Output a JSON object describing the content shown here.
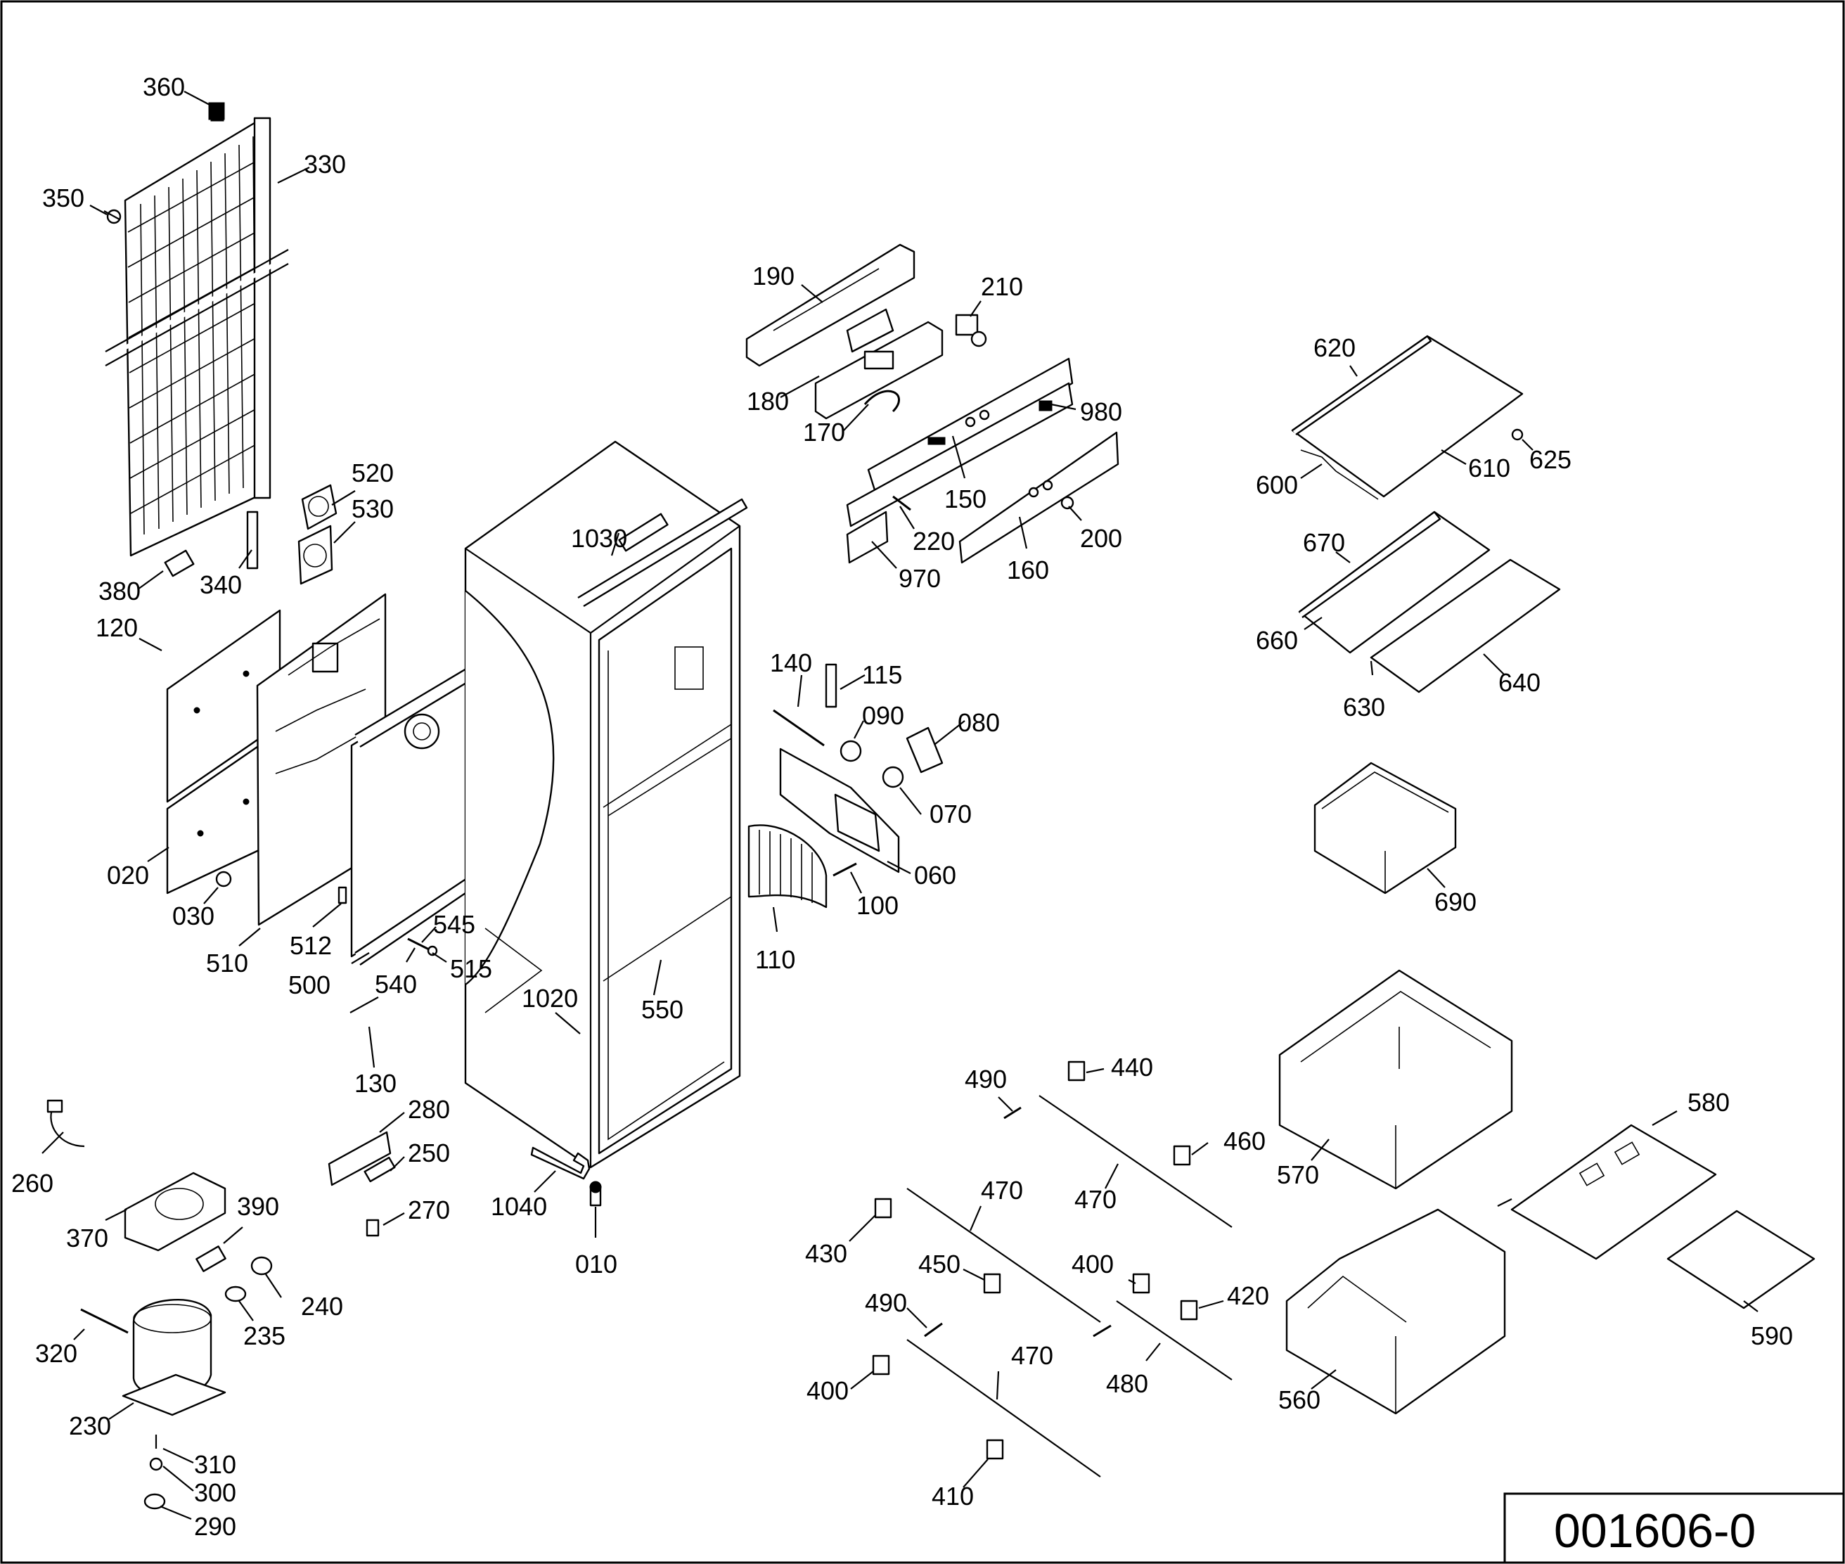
{
  "diagram_id": "001606-0",
  "labels": [
    {
      "text": "360"
    },
    {
      "text": "330"
    },
    {
      "text": "350"
    },
    {
      "text": "190"
    },
    {
      "text": "210"
    },
    {
      "text": "180"
    },
    {
      "text": "980"
    },
    {
      "text": "170"
    },
    {
      "text": "150"
    },
    {
      "text": "220"
    },
    {
      "text": "200"
    },
    {
      "text": "970"
    },
    {
      "text": "160"
    },
    {
      "text": "620"
    },
    {
      "text": "625"
    },
    {
      "text": "610"
    },
    {
      "text": "600"
    },
    {
      "text": "670"
    },
    {
      "text": "660"
    },
    {
      "text": "640"
    },
    {
      "text": "630"
    },
    {
      "text": "690"
    },
    {
      "text": "520"
    },
    {
      "text": "530"
    },
    {
      "text": "380"
    },
    {
      "text": "340"
    },
    {
      "text": "1030"
    },
    {
      "text": "120"
    },
    {
      "text": "140"
    },
    {
      "text": "115"
    },
    {
      "text": "090"
    },
    {
      "text": "080"
    },
    {
      "text": "070"
    },
    {
      "text": "060"
    },
    {
      "text": "100"
    },
    {
      "text": "110"
    },
    {
      "text": "020"
    },
    {
      "text": "030"
    },
    {
      "text": "545"
    },
    {
      "text": "510"
    },
    {
      "text": "512"
    },
    {
      "text": "515"
    },
    {
      "text": "500"
    },
    {
      "text": "540"
    },
    {
      "text": "1020"
    },
    {
      "text": "550"
    },
    {
      "text": "130"
    },
    {
      "text": "280"
    },
    {
      "text": "250"
    },
    {
      "text": "270"
    },
    {
      "text": "260"
    },
    {
      "text": "370"
    },
    {
      "text": "390"
    },
    {
      "text": "240"
    },
    {
      "text": "235"
    },
    {
      "text": "320"
    },
    {
      "text": "230"
    },
    {
      "text": "310"
    },
    {
      "text": "300"
    },
    {
      "text": "290"
    },
    {
      "text": "1040"
    },
    {
      "text": "010"
    },
    {
      "text": "490"
    },
    {
      "text": "440"
    },
    {
      "text": "460"
    },
    {
      "text": "470"
    },
    {
      "text": "470"
    },
    {
      "text": "430"
    },
    {
      "text": "450"
    },
    {
      "text": "400"
    },
    {
      "text": "420"
    },
    {
      "text": "490"
    },
    {
      "text": "470"
    },
    {
      "text": "480"
    },
    {
      "text": "400"
    },
    {
      "text": "410"
    },
    {
      "text": "570"
    },
    {
      "text": "580"
    },
    {
      "text": "590"
    },
    {
      "text": "560"
    }
  ]
}
